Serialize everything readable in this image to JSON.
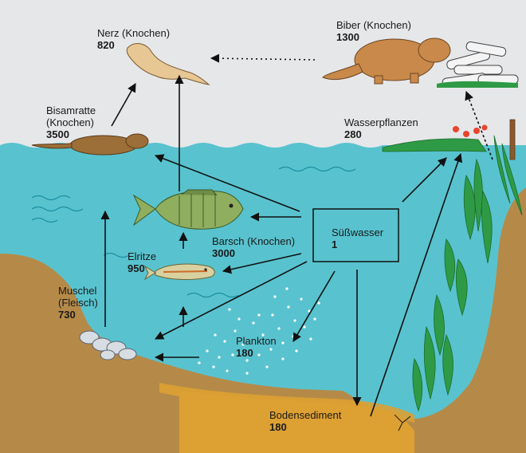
{
  "diagram": {
    "center": {
      "name": "Süßwasser",
      "value": "1"
    },
    "nodes": {
      "nerz": {
        "name": "Nerz (Knochen)",
        "value": "820"
      },
      "biber": {
        "name": "Biber (Knochen)",
        "value": "1300"
      },
      "bisamratte": {
        "name_line1": "Bisamratte",
        "name_line2": "(Knochen)",
        "value": "3500"
      },
      "wasserpflanzen": {
        "name": "Wasserpflanzen",
        "value": "280"
      },
      "barsch": {
        "name": "Barsch (Knochen)",
        "value": "3000"
      },
      "elritze": {
        "name": "Elritze",
        "value": "950"
      },
      "muschel": {
        "name_line1": "Muschel",
        "name_line2": "(Fleisch)",
        "value": "730"
      },
      "plankton": {
        "name": "Plankton",
        "value": "180"
      },
      "bodensediment": {
        "name": "Bodensediment",
        "value": "180"
      }
    }
  },
  "colors": {
    "sky": "#e6e7e9",
    "water": "#58c3cf",
    "ground": "#b58a48",
    "sediment": "#dda032",
    "plant": "#2e9a45",
    "animal": "#c8894a",
    "fish": "#8fae5e",
    "arrow": "#111111"
  }
}
